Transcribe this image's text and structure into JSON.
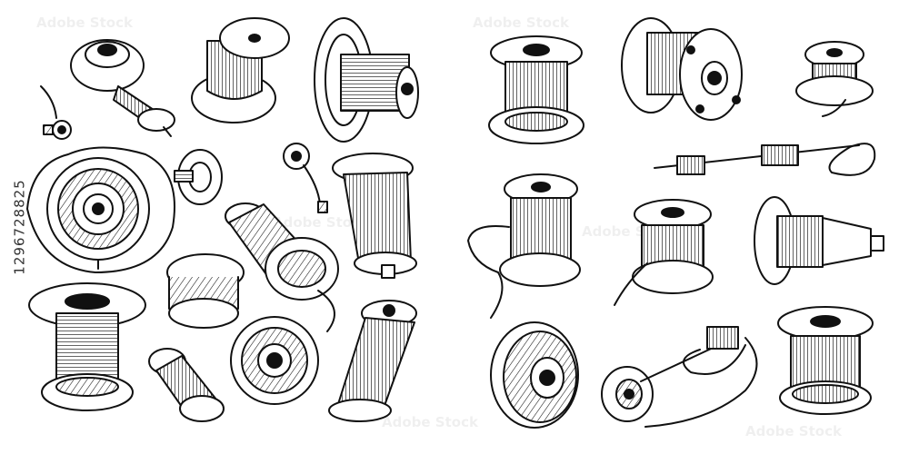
{
  "image": {
    "watermark_id": "1296728825",
    "watermark_text": "Adobe Stock",
    "illustration": "black ink sketch of sewing thread spools and bobbins",
    "icon_names": [
      "spool-icon",
      "bobbin-icon",
      "needle-icon"
    ],
    "colors": {
      "ink": "#111111",
      "background": "#ffffff",
      "watermark": "#d8d8d8"
    }
  }
}
